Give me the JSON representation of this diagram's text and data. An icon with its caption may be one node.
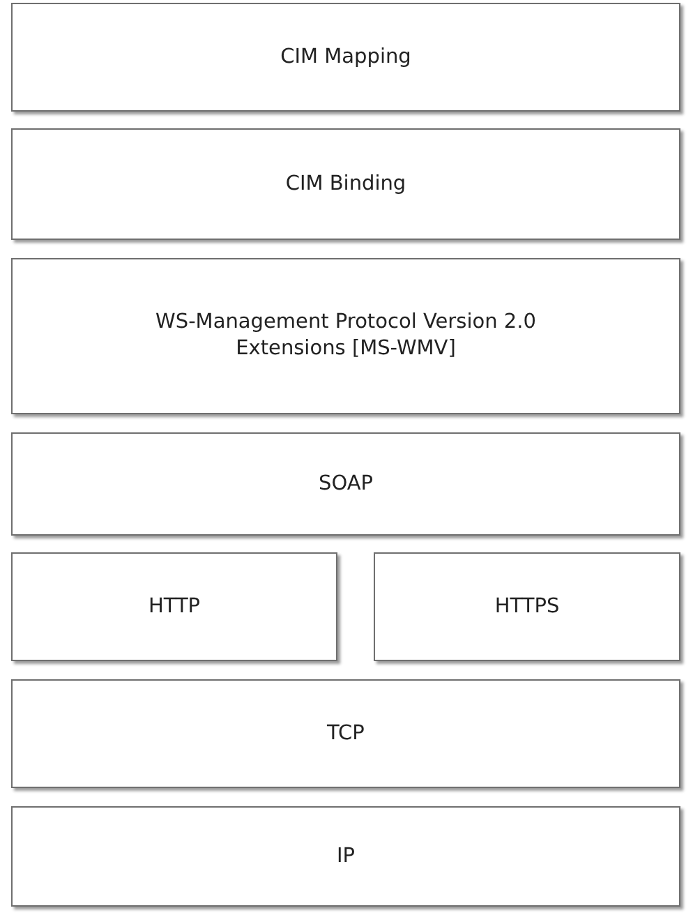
{
  "diagram": {
    "nodes": [
      {
        "text": [
          "CIM Mapping"
        ]
      },
      {
        "text": [
          "CIM Binding"
        ]
      },
      {
        "text": [
          "WS-Management Protocol Version 2.0 Extensions [MS-WMV]"
        ]
      },
      {
        "text": [
          "SOAP"
        ]
      },
      {
        "text": [
          "HTTP"
        ]
      },
      {
        "text": [
          "HTTPS"
        ]
      },
      {
        "text": [
          "TCP"
        ]
      },
      {
        "text": [
          "IP"
        ]
      }
    ],
    "edges": []
  }
}
